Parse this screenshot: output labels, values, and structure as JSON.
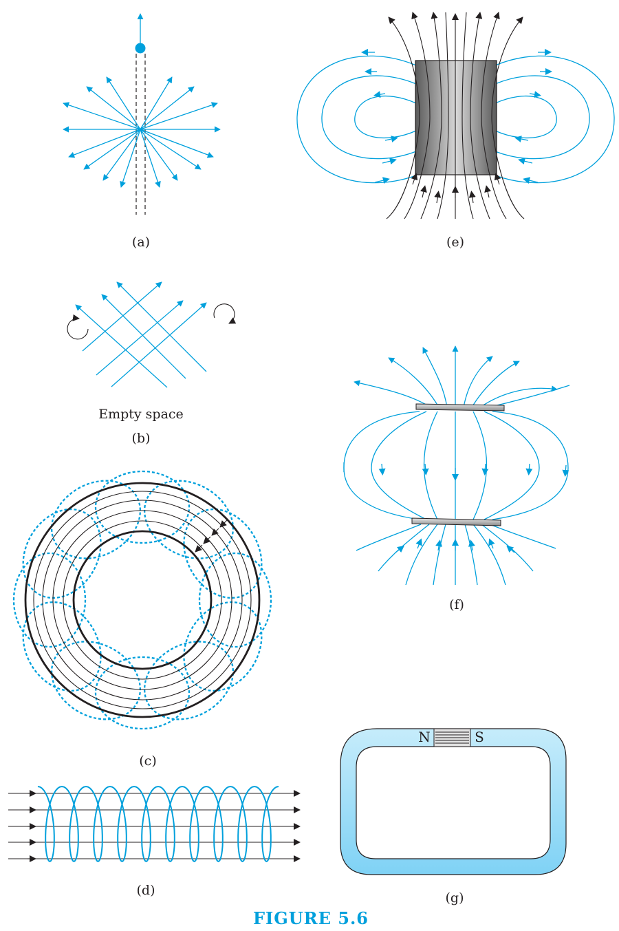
{
  "figure": {
    "title": "FIGURE 5.6",
    "accent_color": "#00a0dc",
    "line_color": "#231f20",
    "panels": {
      "a": {
        "label": "(a)"
      },
      "b": {
        "label": "(b)",
        "caption": "Empty space"
      },
      "c": {
        "label": "(c)"
      },
      "d": {
        "label": "(d)"
      },
      "e": {
        "label": "(e)"
      },
      "f": {
        "label": "(f)"
      },
      "g": {
        "label": "(g)",
        "pole_north": "N",
        "pole_south": "S"
      }
    }
  }
}
